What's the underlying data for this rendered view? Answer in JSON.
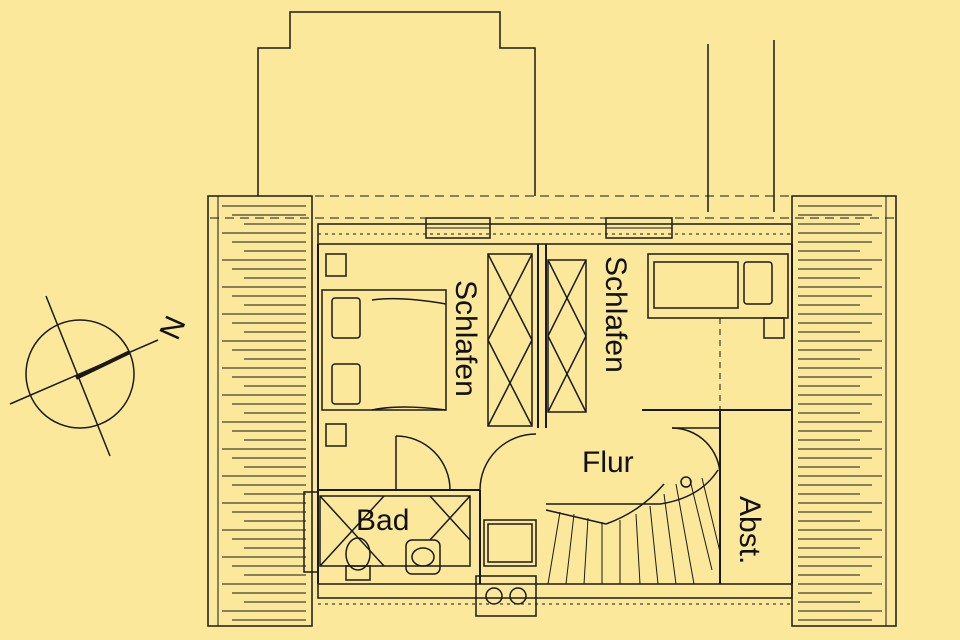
{
  "background_color": "#fbe89a",
  "line_color": "#1a1a1a",
  "compass": {
    "label": "N"
  },
  "rooms": {
    "bedroom_left": "Schlafen",
    "bedroom_right": "Schlafen",
    "hallway": "Flur",
    "bathroom": "Bad",
    "storage": "Abst."
  }
}
